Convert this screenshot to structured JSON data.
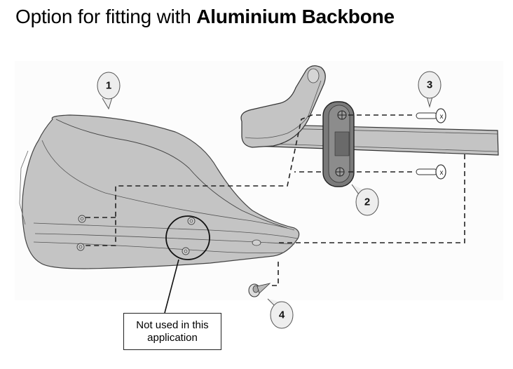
{
  "title": {
    "prefix": "Option for fitting with ",
    "bold": "Aluminium Backbone"
  },
  "callouts": [
    {
      "number": "1",
      "part": "handguard-shell"
    },
    {
      "number": "2",
      "part": "clamp-bracket"
    },
    {
      "number": "3",
      "part": "bolts"
    },
    {
      "number": "4",
      "part": "screw-with-washer"
    }
  ],
  "note": {
    "text": "Not used in this application"
  },
  "colors": {
    "part_fill": "#c4c4c4",
    "clamp_fill": "#7a7a7a",
    "line": "#222222",
    "panel_bg": "#fcfcfc"
  }
}
